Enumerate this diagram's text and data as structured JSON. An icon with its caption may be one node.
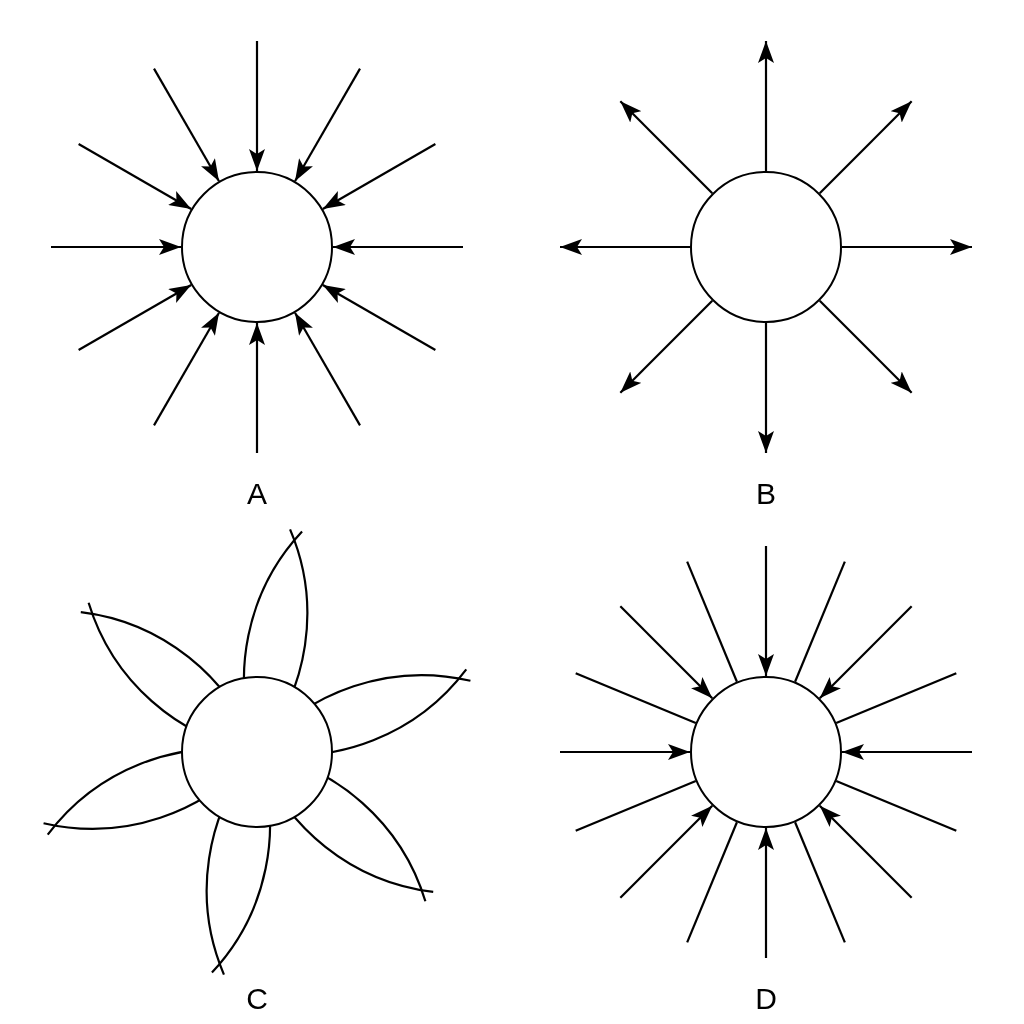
{
  "diagram": {
    "nodes": [
      {
        "text": [],
        "shape": "circle"
      },
      {
        "text": [],
        "shape": "circle"
      },
      {
        "text": [],
        "shape": "circle"
      },
      {
        "text": [],
        "shape": "circle"
      }
    ],
    "labels": [
      "A",
      "B",
      "C",
      "D"
    ],
    "edges": [
      {
        "from": null,
        "to": 0,
        "arrow": "to"
      },
      {
        "from": null,
        "to": 0,
        "arrow": "to"
      },
      {
        "from": null,
        "to": 0,
        "arrow": "to"
      },
      {
        "from": null,
        "to": 0,
        "arrow": "to"
      },
      {
        "from": null,
        "to": 0,
        "arrow": "to"
      },
      {
        "from": null,
        "to": 0,
        "arrow": "to"
      },
      {
        "from": null,
        "to": 0,
        "arrow": "to"
      },
      {
        "from": null,
        "to": 0,
        "arrow": "to"
      },
      {
        "from": null,
        "to": 0,
        "arrow": "to"
      },
      {
        "from": null,
        "to": 0,
        "arrow": "to"
      },
      {
        "from": null,
        "to": 0,
        "arrow": "to"
      },
      {
        "from": null,
        "to": 0,
        "arrow": "to"
      },
      {
        "from": 1,
        "to": null,
        "arrow": "to"
      },
      {
        "from": 1,
        "to": null,
        "arrow": "to"
      },
      {
        "from": 1,
        "to": null,
        "arrow": "to"
      },
      {
        "from": 1,
        "to": null,
        "arrow": "to"
      },
      {
        "from": 1,
        "to": null,
        "arrow": "to"
      },
      {
        "from": 1,
        "to": null,
        "arrow": "to"
      },
      {
        "from": 1,
        "to": null,
        "arrow": "to"
      },
      {
        "from": 1,
        "to": null,
        "arrow": "to"
      },
      {
        "from": null,
        "to": 3,
        "arrow": "to"
      },
      {
        "from": null,
        "to": 3,
        "arrow": "none"
      },
      {
        "from": null,
        "to": 3,
        "arrow": "to"
      },
      {
        "from": null,
        "to": 3,
        "arrow": "none"
      },
      {
        "from": null,
        "to": 3,
        "arrow": "to"
      },
      {
        "from": null,
        "to": 3,
        "arrow": "none"
      },
      {
        "from": null,
        "to": 3,
        "arrow": "to"
      },
      {
        "from": null,
        "to": 3,
        "arrow": "none"
      },
      {
        "from": null,
        "to": 3,
        "arrow": "to"
      },
      {
        "from": null,
        "to": 3,
        "arrow": "none"
      },
      {
        "from": null,
        "to": 3,
        "arrow": "to"
      },
      {
        "from": null,
        "to": 3,
        "arrow": "none"
      },
      {
        "from": null,
        "to": 3,
        "arrow": "to"
      },
      {
        "from": null,
        "to": 3,
        "arrow": "none"
      },
      {
        "from": null,
        "to": 3,
        "arrow": "to"
      },
      {
        "from": null,
        "to": 3,
        "arrow": "none"
      }
    ]
  }
}
